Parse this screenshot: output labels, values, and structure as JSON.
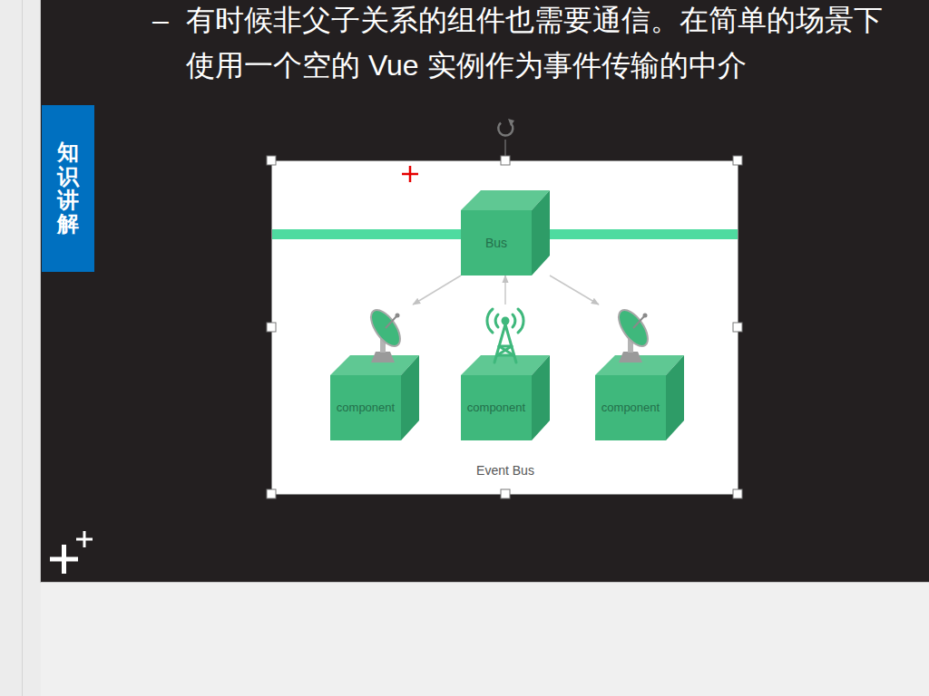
{
  "diagram": {
    "caption": "Event Bus",
    "nodes": [
      {
        "text": [
          "知识讲解"
        ]
      },
      {
        "text": [
          "Bus"
        ]
      },
      {
        "text": [
          "component"
        ]
      },
      {
        "text": [
          "component"
        ]
      },
      {
        "text": [
          "component"
        ]
      }
    ],
    "edges": [
      {
        "from": 1,
        "to": 2,
        "arrow": "to"
      },
      {
        "from": 3,
        "to": 1,
        "arrow": "to"
      },
      {
        "from": 1,
        "to": 4,
        "arrow": "to"
      }
    ],
    "labels": [
      "–",
      "有时候非父子关系的组件也需要通信。在简单的场景下",
      "使用一个空的 Vue 实例作为事件传输的中介"
    ]
  }
}
